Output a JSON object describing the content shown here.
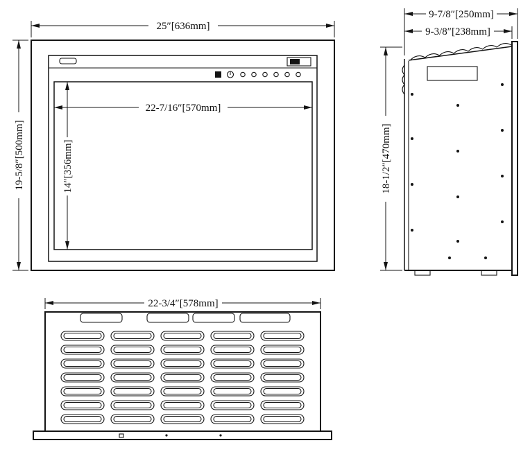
{
  "colors": {
    "line": "#141414",
    "background": "#ffffff"
  },
  "views": {
    "front": {
      "width": "25″[636mm]",
      "height": "19-5/8″[500mm]",
      "opening_width": "22-7/16″[570mm]",
      "opening_height": "14″[356mm]"
    },
    "side": {
      "depth_overall": "9-7/8″[250mm]",
      "depth_body": "9-3/8″[238mm]",
      "height": "18-1/2″[470mm]"
    },
    "top": {
      "width": "22-3/4″[578mm]"
    }
  }
}
